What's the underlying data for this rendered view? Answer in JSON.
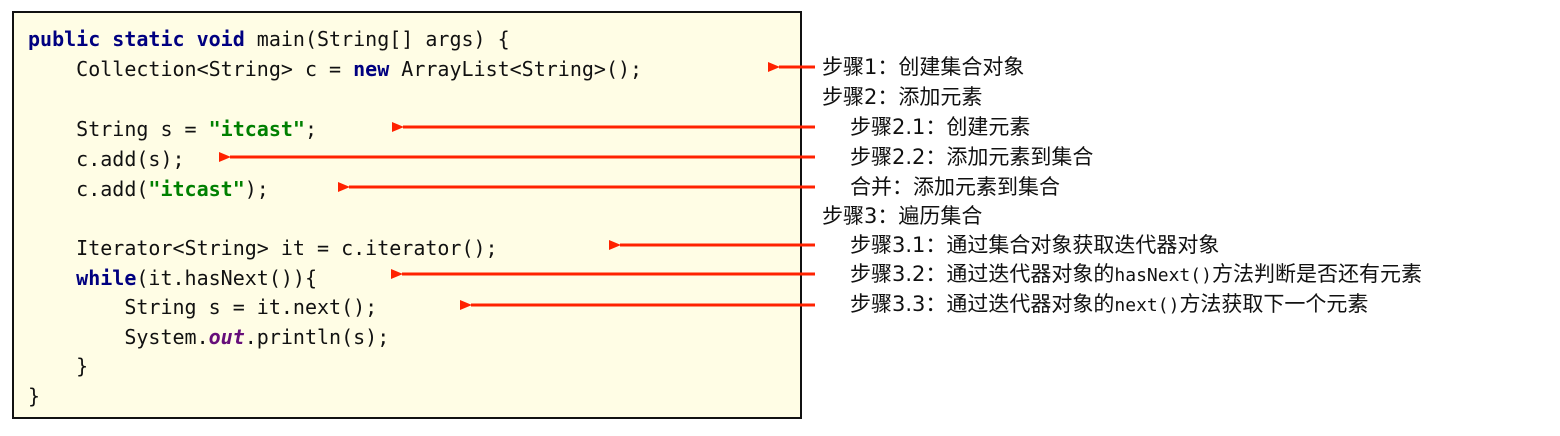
{
  "code": {
    "line1": {
      "kw1": "public static void",
      "rest": " main(String[] args) {"
    },
    "line2": {
      "a": "    Collection<String> c = ",
      "kw": "new",
      "b": " ArrayList<String>();"
    },
    "line3": {
      "a": "    String s = ",
      "str": "\"itcast\"",
      "b": ";"
    },
    "line4": {
      "a": "    c.add(s);"
    },
    "line5": {
      "a": "    c.add(",
      "str": "\"itcast\"",
      "b": ");"
    },
    "line6": {
      "a": "    Iterator<String> it = c.iterator();"
    },
    "line7": {
      "indent": "    ",
      "kw": "while",
      "b": "(it.hasNext()){"
    },
    "line8": {
      "a": "        String s = it.next();"
    },
    "line9": {
      "a": "        System.",
      "field": "out",
      "b": ".println(s);"
    },
    "line10": {
      "a": "    }"
    },
    "line11": {
      "a": "}"
    }
  },
  "notes": {
    "n1": "步骤1：创建集合对象",
    "n2": "步骤2：添加元素",
    "n3": "步骤2.1：创建元素",
    "n4": "步骤2.2：添加元素到集合",
    "n5": "合并：添加元素到集合",
    "n6": "步骤3：遍历集合",
    "n7": "步骤3.1：通过集合对象获取迭代器对象",
    "n8": {
      "pre": "步骤3.2：通过迭代器对象的",
      "code": "hasNext()",
      "post": "方法判断是否还有元素"
    },
    "n9": {
      "pre": "步骤3.3：通过迭代器对象的",
      "code": "next()",
      "post": "方法获取下一个元素"
    }
  },
  "colors": {
    "arrow": "#ff2200",
    "code_background": "#fffde5",
    "keyword": "#000080",
    "string": "#008000",
    "static_field": "#660e7a"
  }
}
